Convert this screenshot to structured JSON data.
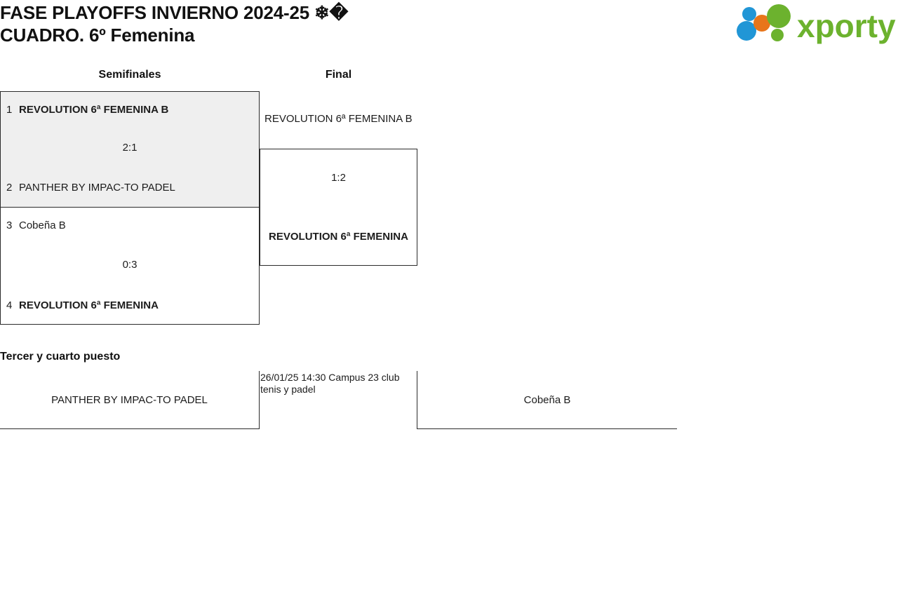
{
  "header": {
    "title": "FASE PLAYOFFS INVIERNO 2024-25 ❄�\nCUADRO. 6º Femenina",
    "logo_text": "xporty",
    "logo_colors": {
      "green": "#6cb22e",
      "blue": "#2196d6",
      "orange": "#e8751a"
    }
  },
  "bracket": {
    "rounds": [
      {
        "label": "Semifinales"
      },
      {
        "label": "Final"
      }
    ],
    "semifinals": [
      {
        "highlighted": true,
        "top": {
          "seed": "1",
          "team": "REVOLUTION 6ª FEMENINA B",
          "winner": true
        },
        "bottom": {
          "seed": "2",
          "team": "PANTHER BY IMPAC-TO PADEL",
          "winner": false
        },
        "score": "2:1"
      },
      {
        "highlighted": false,
        "top": {
          "seed": "3",
          "team": "Cobeña B",
          "winner": false
        },
        "bottom": {
          "seed": "4",
          "team": "REVOLUTION 6ª FEMENINA",
          "winner": true
        },
        "score": "0:3"
      }
    ],
    "final": {
      "top_team": "REVOLUTION 6ª FEMENINA B",
      "score": "1:2",
      "champion": "REVOLUTION 6ª FEMENINA"
    }
  },
  "third_place": {
    "title": "Tercer y cuarto puesto",
    "team_left": "PANTHER BY IMPAC-TO PADEL",
    "match_info": "26/01/25 14:30 Campus 23 club tenis y padel",
    "team_right": "Cobeña B"
  }
}
